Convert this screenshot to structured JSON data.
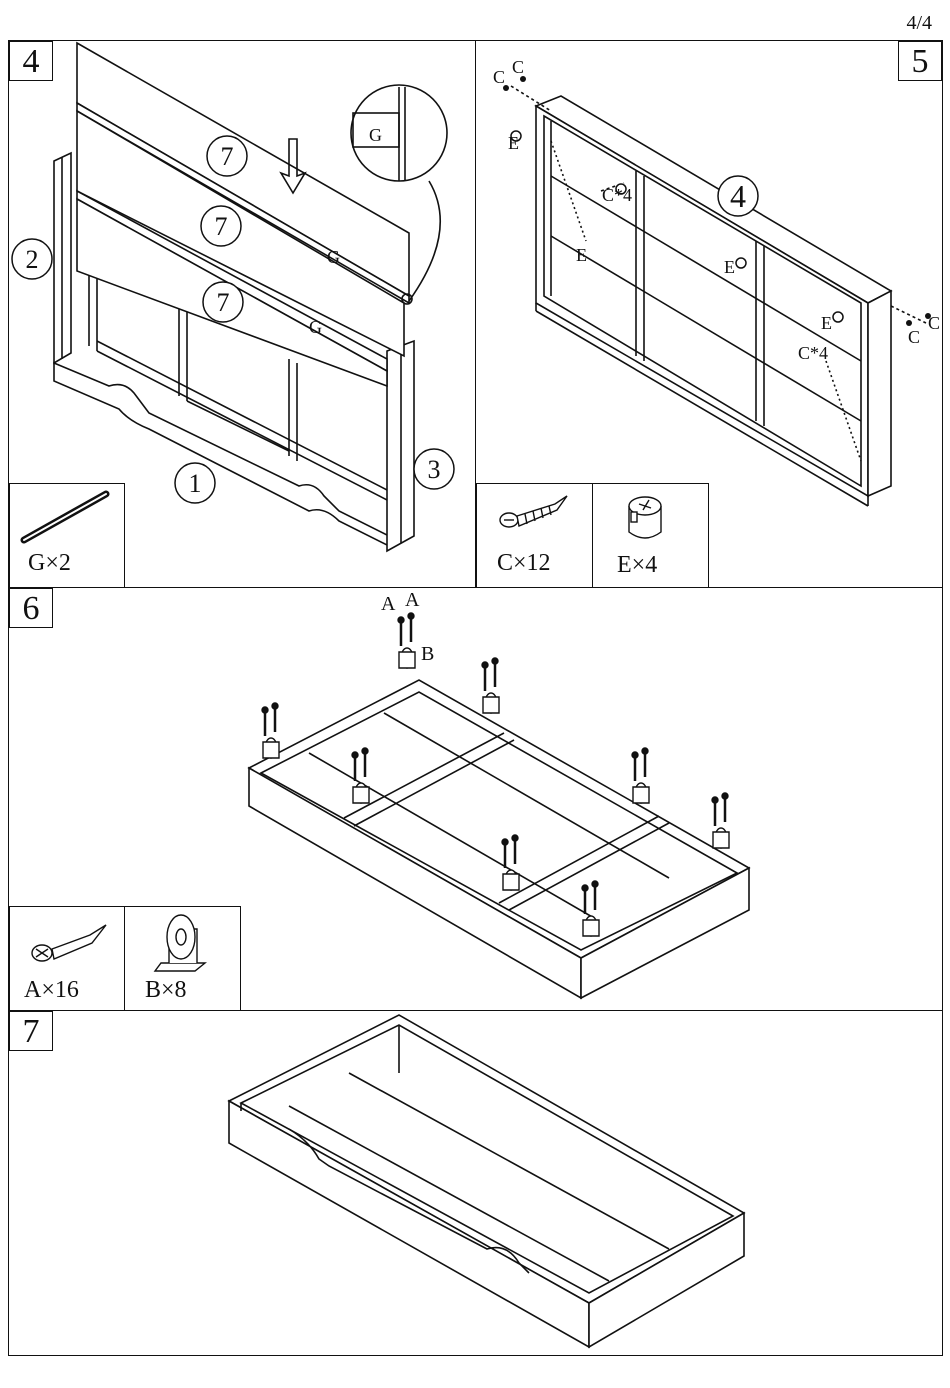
{
  "page_number": "4/4",
  "steps": [
    {
      "number": "4",
      "circle_labels": [
        "7",
        "7",
        "7",
        "2",
        "1",
        "3"
      ],
      "letter_labels": [
        "G",
        "G",
        "G"
      ],
      "parts": [
        {
          "label": "G×2",
          "icon": "dowel-rod"
        }
      ]
    },
    {
      "number": "5",
      "circle_labels": [
        "4"
      ],
      "letter_labels": [
        "C",
        "C",
        "E",
        "E",
        "C*4",
        "E",
        "E",
        "C",
        "C",
        "C*4"
      ],
      "parts": [
        {
          "label": "C×12",
          "icon": "wood-screw"
        },
        {
          "label": "E×4",
          "icon": "cam-lock"
        }
      ]
    },
    {
      "number": "6",
      "letter_labels": [
        "A",
        "A",
        "B"
      ],
      "parts": [
        {
          "label": "A×16",
          "icon": "screw"
        },
        {
          "label": "B×8",
          "icon": "caster-wheel"
        }
      ]
    },
    {
      "number": "7"
    }
  ]
}
